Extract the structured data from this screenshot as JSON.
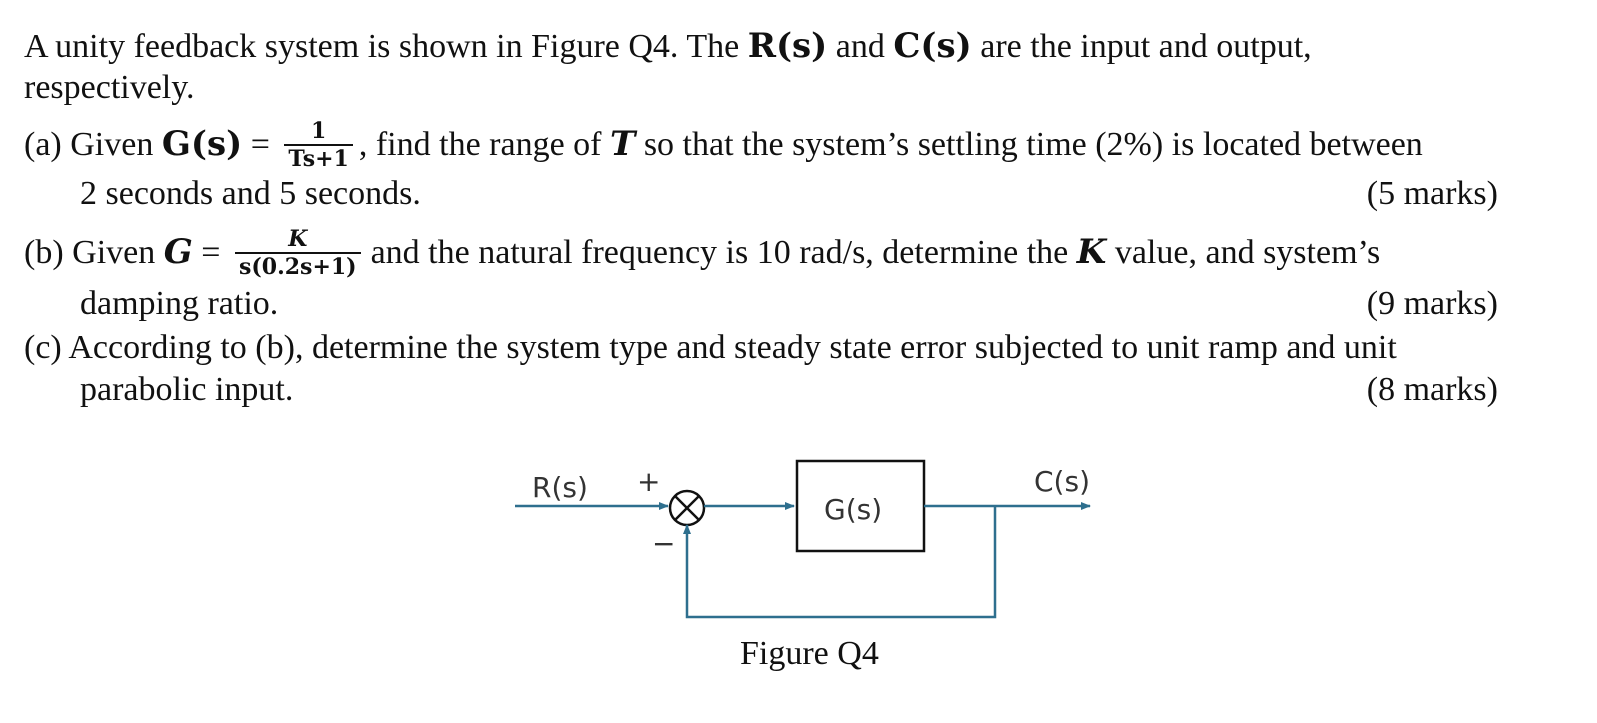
{
  "intro": {
    "line1_a": "A unity feedback system is shown in Figure Q4. The ",
    "r_sym": "R(s)",
    "line1_b": " and ",
    "c_sym": "C(s)",
    "line1_c": " are the input and output,",
    "line2": "respectively."
  },
  "part_a": {
    "prefix": "(a)  Given ",
    "g_sym": "G(s)",
    "eq": " = ",
    "frac_num": "1",
    "frac_den": "Ts+1",
    "comma": ",",
    "text_a": " find the range of ",
    "t_sym": "T",
    "text_b": " so that the system’s settling time (2%) is located between",
    "line2": "2 seconds and 5 seconds.",
    "marks": "(5 marks)"
  },
  "part_b": {
    "prefix": "(b)  Given ",
    "g_sym": "G",
    "eq": " = ",
    "frac_num": "K",
    "frac_den": "s(0.2s+1)",
    "text_a": "and the natural frequency is 10 rad/s, determine the ",
    "k_sym": "K",
    "text_b": " value, and system’s",
    "line2": "damping ratio.",
    "marks": "(9 marks)"
  },
  "part_c": {
    "line1": "(c)  According to (b), determine the system type and steady state error subjected to unit ramp and unit",
    "line2": "parabolic input.",
    "marks": "(8 marks)"
  },
  "figure": {
    "input_label": "R(s)",
    "output_label": "C(s)",
    "block_label": "G(s)",
    "plus_sign": "+",
    "minus_sign": "−",
    "caption": "Figure Q4",
    "line_color": "#2e6f8e",
    "text_color": "#333333"
  }
}
